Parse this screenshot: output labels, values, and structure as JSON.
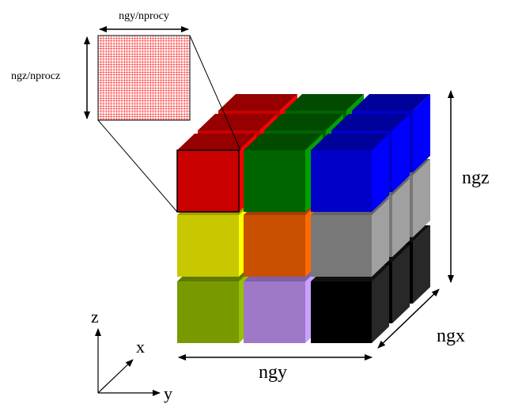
{
  "labels": {
    "inset_width": "ngy/nprocy",
    "inset_height": "ngz/nprocz",
    "ngy": "ngy",
    "ngz": "ngz",
    "ngx": "ngx",
    "axis_z": "z",
    "axis_x": "x",
    "axis_y": "y"
  },
  "cube_colors": [
    [
      {
        "front": "#c80000",
        "top": "#960000",
        "side": "#ff0000"
      },
      {
        "front": "#006400",
        "top": "#004b00",
        "side": "#00a000"
      },
      {
        "front": "#0000c8",
        "top": "#00009a",
        "side": "#0000ff"
      }
    ],
    [
      {
        "front": "#c8c800",
        "top": "#a0a000",
        "side": "#ffff00"
      },
      {
        "front": "#c85000",
        "top": "#a04000",
        "side": "#ff6a00"
      },
      {
        "front": "#787878",
        "top": "#646464",
        "side": "#a0a0a0"
      }
    ],
    [
      {
        "front": "#789a00",
        "top": "#607a00",
        "side": "#96c000"
      },
      {
        "front": "#a078c8",
        "top": "#8060a8",
        "side": "#c8a0ff"
      },
      {
        "front": "#000000",
        "top": "#101010",
        "side": "#282828"
      }
    ]
  ],
  "inset_grid_color": "#ff0000"
}
